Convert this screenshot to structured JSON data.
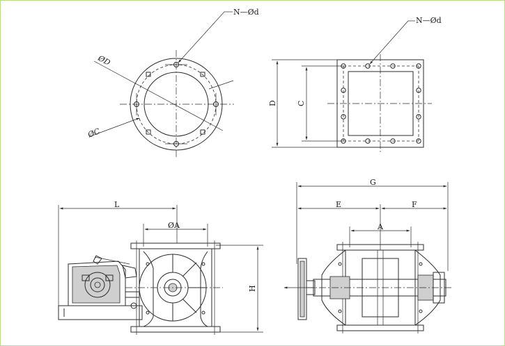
{
  "labels": {
    "bolt_holes_top": "N—Ød",
    "bolt_holes_right": "N—Ød",
    "dia_D": "ØD",
    "dia_C": "ØC",
    "dim_D": "D",
    "dim_C": "C",
    "dim_G": "G",
    "dim_E": "E",
    "dim_F": "F",
    "dim_A_right": "A",
    "dim_L": "L",
    "dim_phiA": "ØA",
    "dim_H": "H"
  },
  "colors": {
    "frame_border": "#b9d98e",
    "line": "#2b2b2b"
  }
}
